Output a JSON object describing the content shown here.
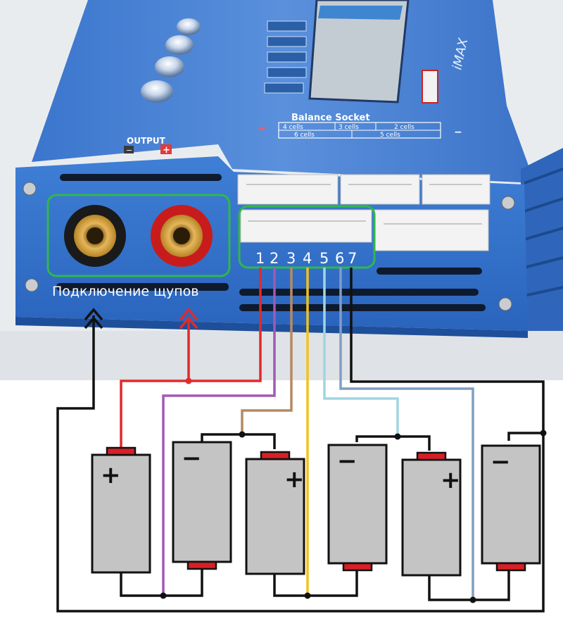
{
  "device": {
    "output_label": "OUTPUT",
    "output_minus": "−",
    "output_plus": "+",
    "balance_title": "Balance  Socket",
    "balance_plus": "+",
    "balance_minus": "−",
    "cell_labels": [
      "4 cells",
      "3 cells",
      "2 cells",
      "6 cells",
      "5 cells"
    ],
    "probe_label": "Подключение щупов",
    "pin_numbers": [
      "1",
      "2",
      "3",
      "4",
      "5",
      "6",
      "7"
    ],
    "highlight_color": "#2fb84a"
  },
  "wire_colors": {
    "black": "#111111",
    "red": "#e02b2b",
    "purple": "#a05ab4",
    "brown": "#b58a63",
    "yellow": "#f2c21b",
    "light_blue": "#9fd6e2",
    "steel_blue": "#7f9fc4",
    "black_return": "#111111"
  },
  "batteries": [
    {
      "polarity_top": "+",
      "sign": "+"
    },
    {
      "polarity_top": "−",
      "sign": "−"
    },
    {
      "polarity_top": "+",
      "sign": "+"
    },
    {
      "polarity_top": "−",
      "sign": "−"
    },
    {
      "polarity_top": "+",
      "sign": "+"
    },
    {
      "polarity_top": "−",
      "sign": "−"
    }
  ]
}
